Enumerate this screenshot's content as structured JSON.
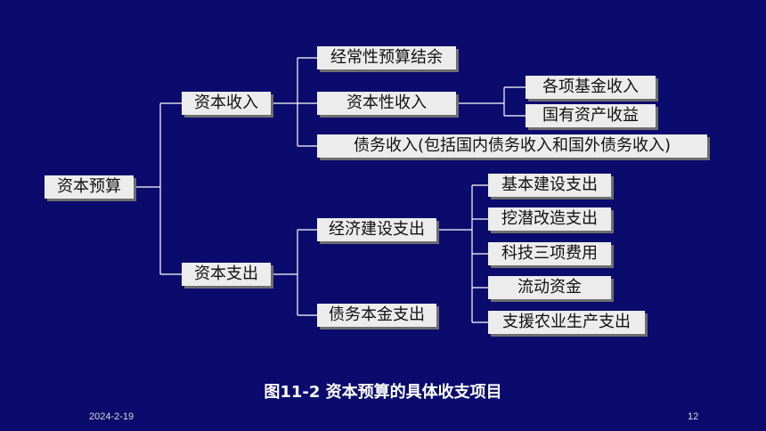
{
  "diagram": {
    "root": "资本预算",
    "income": {
      "label": "资本收入",
      "children": [
        "经常性预算结余",
        "资本性收入",
        "债务收入(包括国内债务收入和国外债务收入)"
      ],
      "capital_income_children": [
        "各项基金收入",
        "国有资产收益"
      ]
    },
    "expense": {
      "label": "资本支出",
      "children": [
        "经济建设支出",
        "债务本金支出"
      ],
      "construction_children": [
        "基本建设支出",
        "挖潜改造支出",
        "科技三项费用",
        "流动资金",
        "支援农业生产支出"
      ]
    }
  },
  "caption": "图11-2  资本预算的具体收支项目",
  "footer": {
    "date": "2024-2-19",
    "page": "12"
  },
  "colors": {
    "background": "#0b0b6e",
    "box": "#ececec",
    "line": "#ffffff"
  }
}
